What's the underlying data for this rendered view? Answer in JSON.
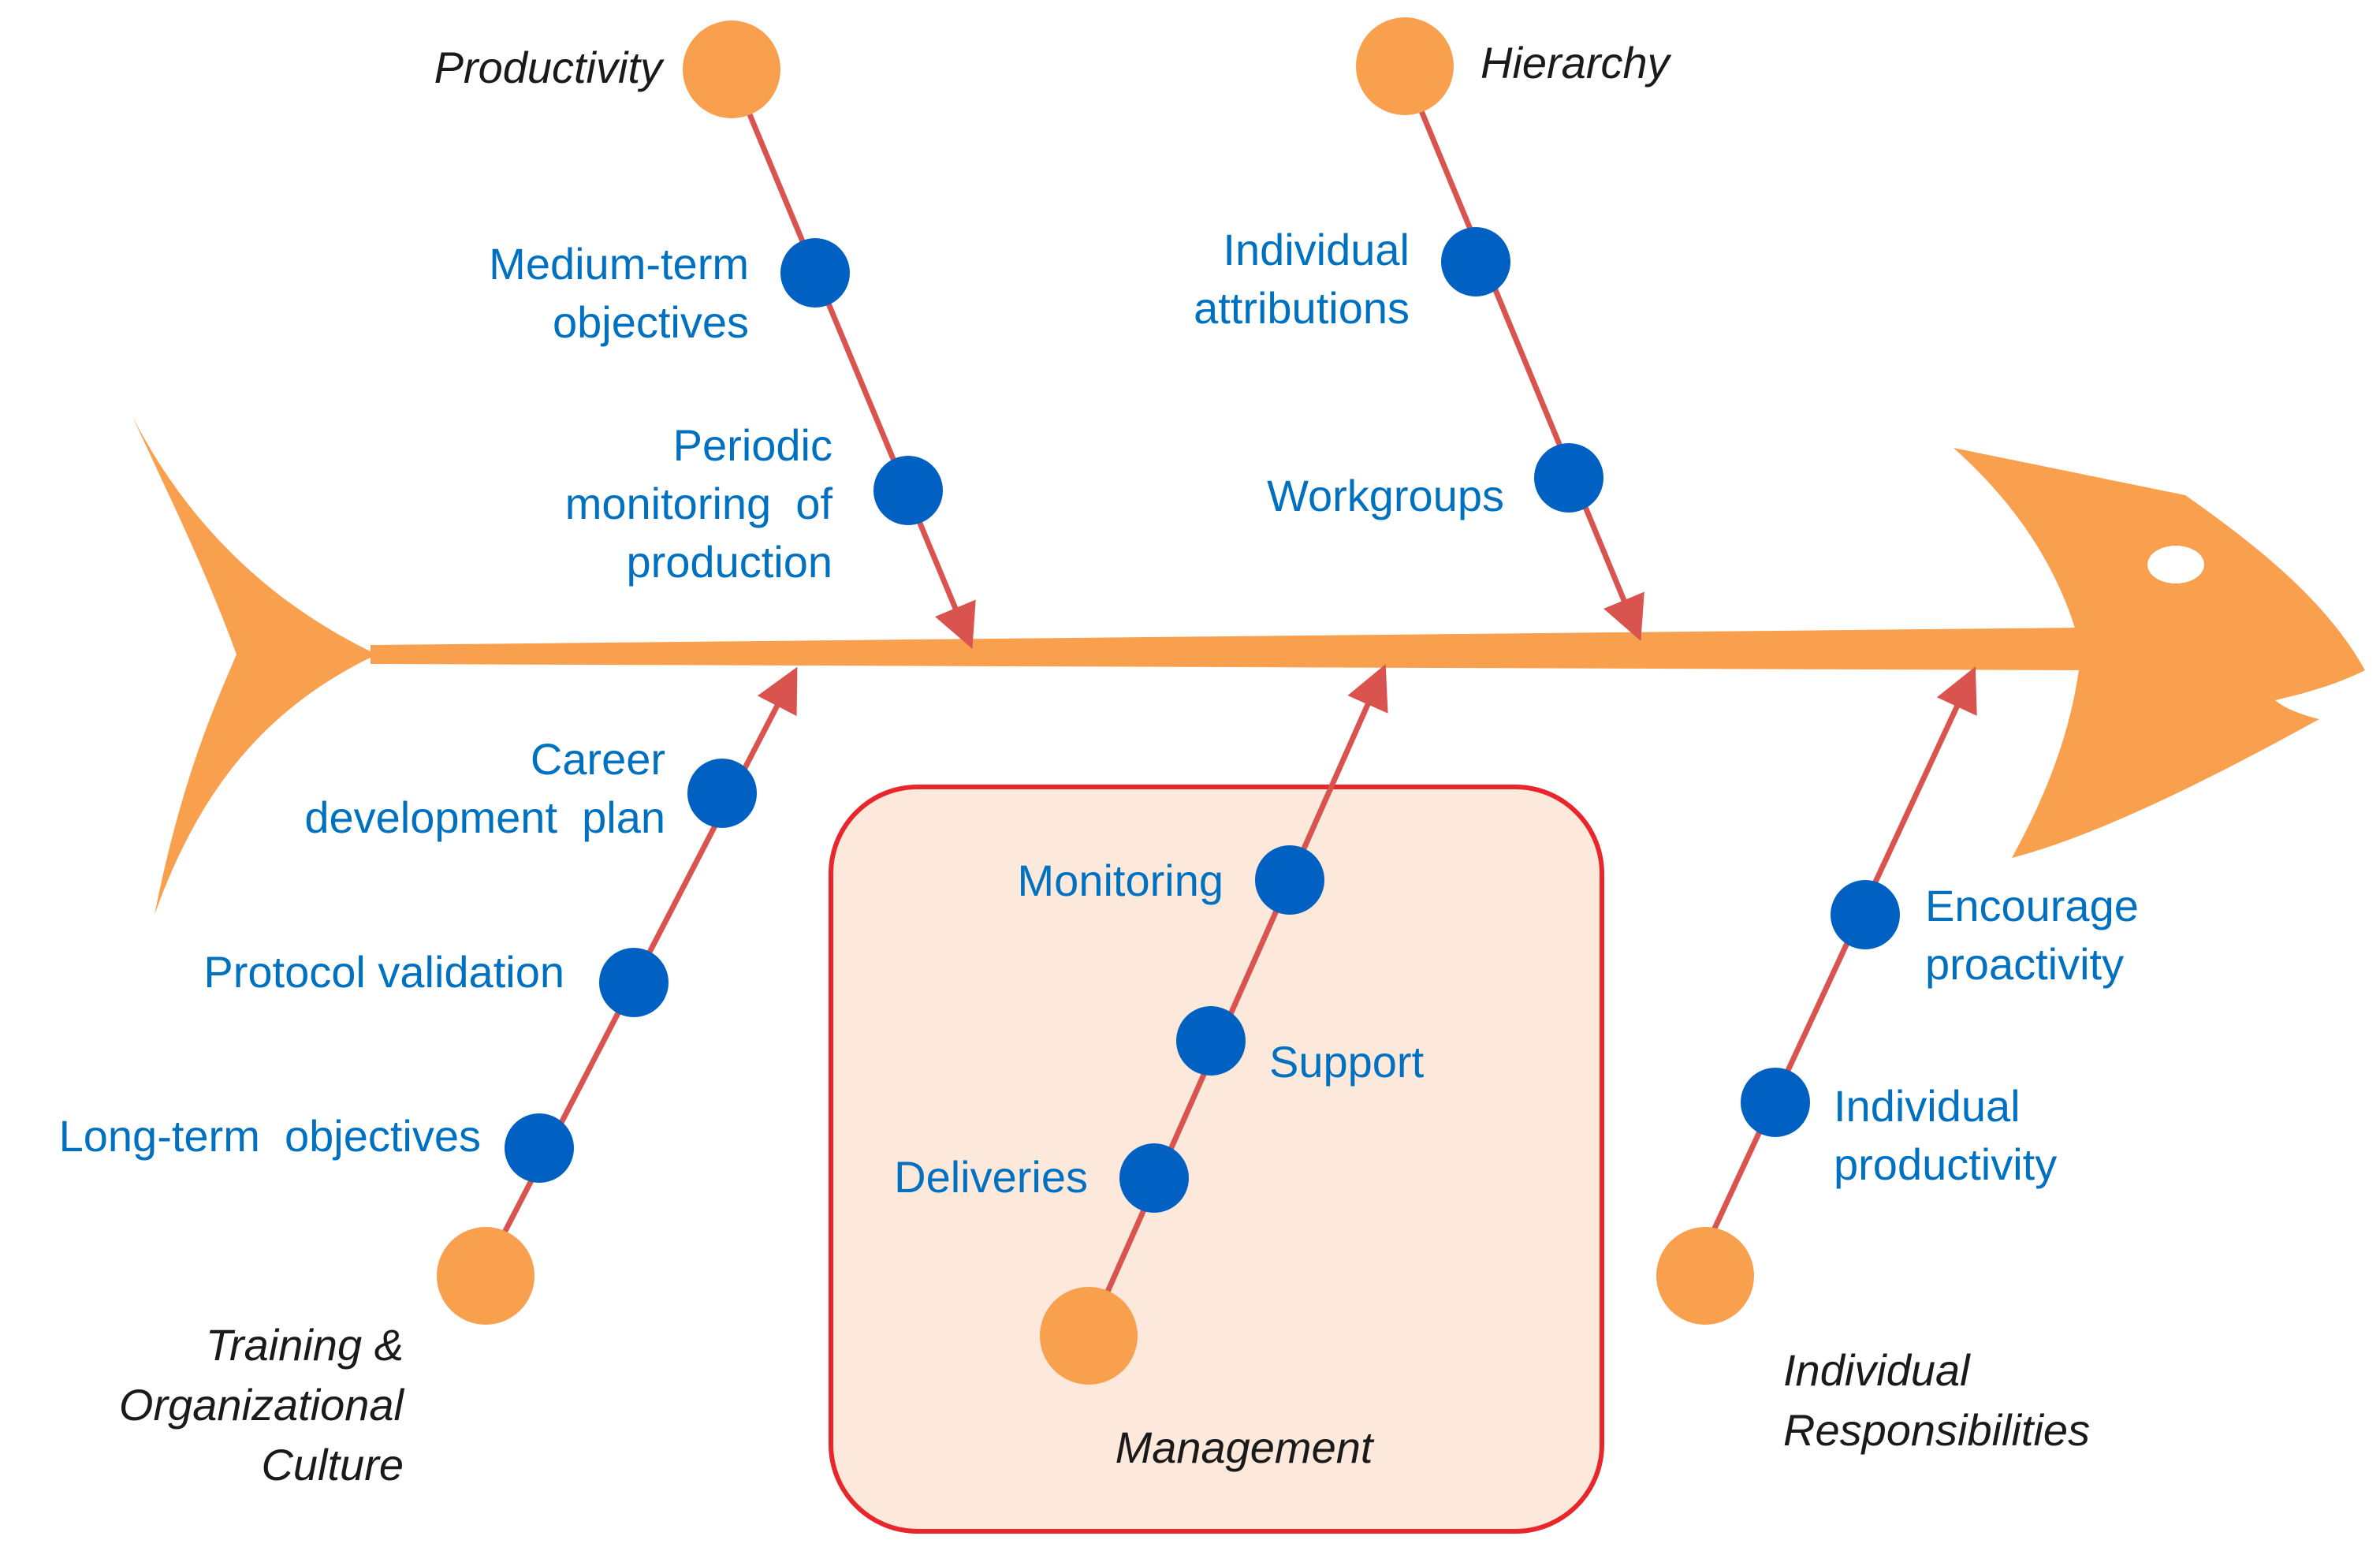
{
  "colors": {
    "fish": "#f9a04f",
    "bone": "#d9534f",
    "cause_dot": "#0061c2",
    "category_dot": "#f9a04f",
    "highlight_fill": "#fde9db",
    "highlight_border": "#e8262c",
    "cause_text": "#0070c0",
    "category_text": "#1a1a1a"
  },
  "categories": {
    "productivity": "Productivity",
    "hierarchy": "Hierarchy",
    "training": "Training &\nOrganizational\nCulture",
    "management": "Management",
    "individual_responsibilities": "Individual\nResponsibilities"
  },
  "causes": {
    "medium_term_objectives": "Medium-term\nobjectives",
    "periodic_monitoring": "Periodic\nmonitoring  of\nproduction",
    "individual_attributions": "Individual\nattributions",
    "workgroups": "Workgroups",
    "career_development_plan": "Career\ndevelopment  plan",
    "protocol_validation": "Protocol validation",
    "long_term_objectives": "Long-term  objectives",
    "monitoring": "Monitoring",
    "support": "Support",
    "deliveries": "Deliveries",
    "encourage_proactivity": "Encourage\nproactivity",
    "individual_productivity": "Individual\nproductivity"
  }
}
